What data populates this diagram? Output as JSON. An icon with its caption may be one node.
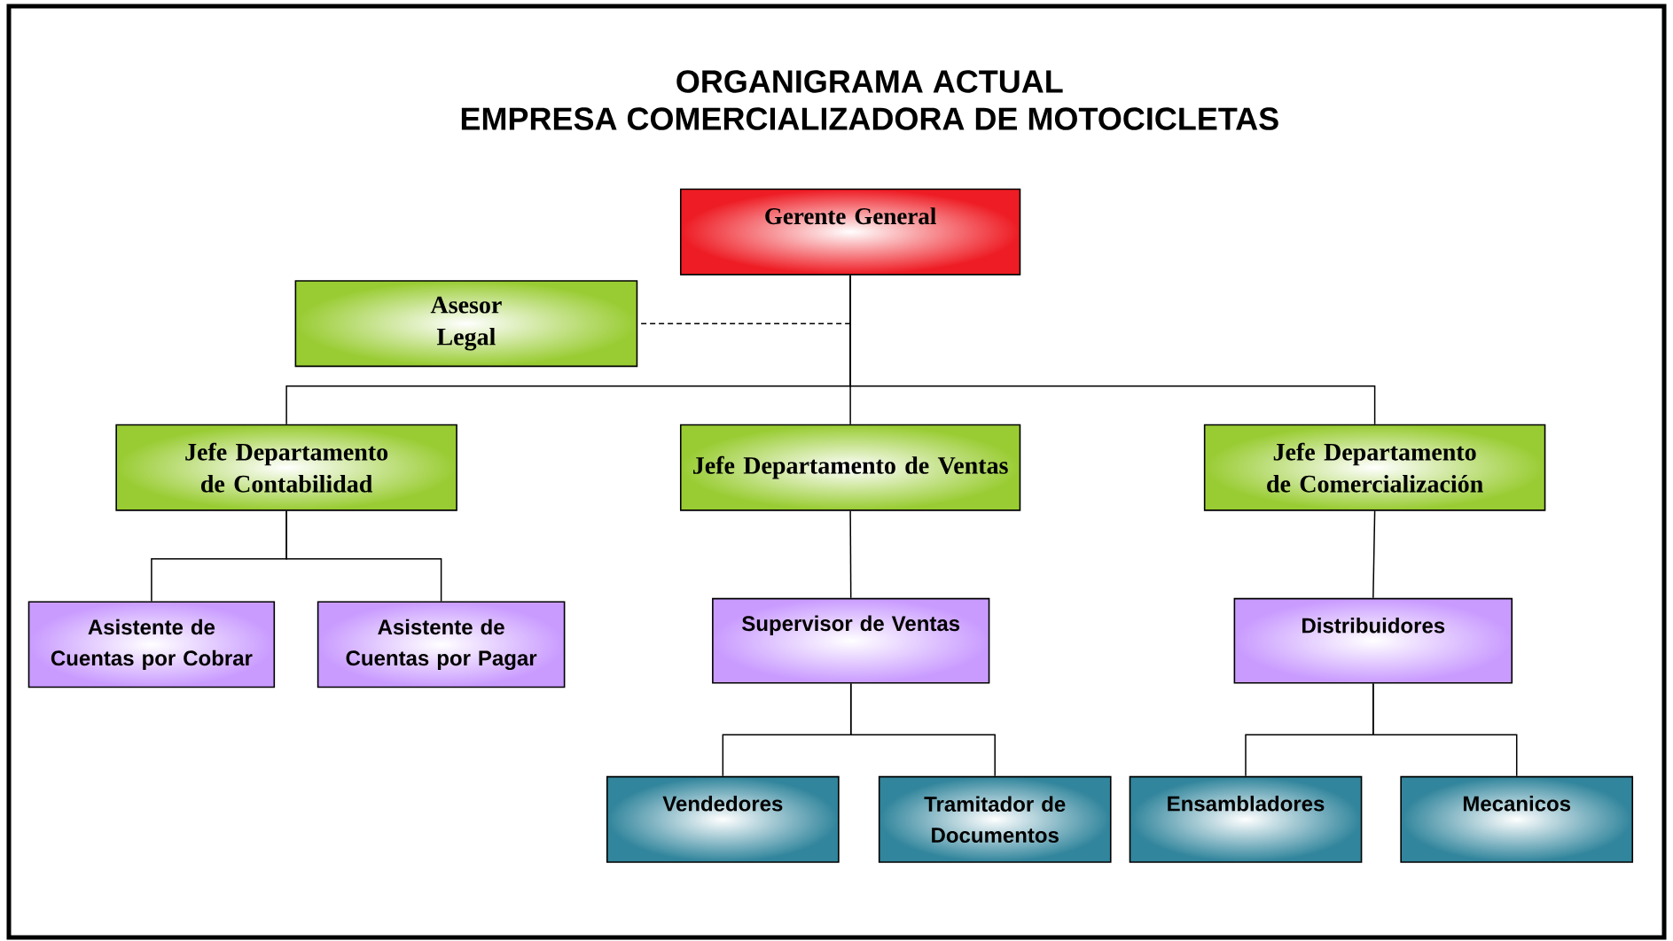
{
  "diagram": {
    "title": "ORGANIGRAMA ACTUAL",
    "labels": [
      "EMPRESA COMERCIALIZADORA DE MOTOCICLETAS"
    ],
    "nodes": [
      {
        "text": [
          "Gerente General"
        ]
      },
      {
        "text": [
          "Asesor Legal"
        ]
      },
      {
        "text": [
          "Jefe Departamento de Contabilidad"
        ]
      },
      {
        "text": [
          "Jefe Departamento de Ventas"
        ]
      },
      {
        "text": [
          "Jefe Departamento de Comercialización"
        ]
      },
      {
        "text": [
          "Asistente de Cuentas por Cobrar"
        ]
      },
      {
        "text": [
          "Asistente de Cuentas por Pagar"
        ]
      },
      {
        "text": [
          "Supervisor de Ventas"
        ]
      },
      {
        "text": [
          "Distribuidores"
        ]
      },
      {
        "text": [
          "Vendedores"
        ]
      },
      {
        "text": [
          "Tramitador de Documentos"
        ]
      },
      {
        "text": [
          "Ensambladores"
        ]
      },
      {
        "text": [
          "Mecanicos"
        ]
      }
    ],
    "edges": [
      {
        "from": 0,
        "to": 1,
        "arrow": "none",
        "style": "dashed"
      },
      {
        "from": 0,
        "to": 2,
        "arrow": "none"
      },
      {
        "from": 0,
        "to": 3,
        "arrow": "none"
      },
      {
        "from": 0,
        "to": 4,
        "arrow": "none"
      },
      {
        "from": 2,
        "to": 5,
        "arrow": "none"
      },
      {
        "from": 2,
        "to": 6,
        "arrow": "none"
      },
      {
        "from": 3,
        "to": 7,
        "arrow": "none"
      },
      {
        "from": 4,
        "to": 8,
        "arrow": "none"
      },
      {
        "from": 7,
        "to": 9,
        "arrow": "none"
      },
      {
        "from": 7,
        "to": 10,
        "arrow": "none"
      },
      {
        "from": 8,
        "to": 11,
        "arrow": "none"
      },
      {
        "from": 8,
        "to": 12,
        "arrow": "none"
      }
    ]
  }
}
